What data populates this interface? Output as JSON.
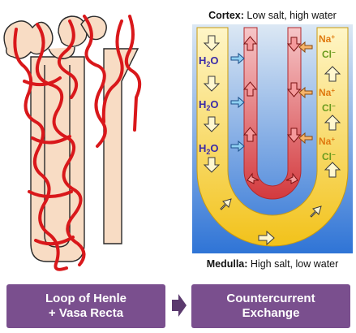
{
  "right_diagram": {
    "cortex_bold": "Cortex:",
    "cortex_text": "Low salt, high water",
    "medulla_bold": "Medulla:",
    "medulla_text": "High salt, low water",
    "water_labels": [
      "H2O",
      "H2O",
      "H2O"
    ],
    "ion_labels": [
      {
        "na": "Na+",
        "cl": "Cl-"
      },
      {
        "na": "Na+",
        "cl": "Cl-"
      },
      {
        "na": "Na+",
        "cl": "Cl-"
      }
    ]
  },
  "bottom": {
    "left_line1": "Loop of Henle",
    "left_line2": "+ Vasa Recta",
    "right_line1": "Countercurrent",
    "right_line2": "Exchange"
  },
  "colors": {
    "gradient_top": "#dce8f4",
    "gradient_bottom": "#2f74d6",
    "tubule_yellow": "#f7d54a",
    "vessel_red": "#d9181b",
    "tube_tan": "#f8dcc4",
    "label_purple": "#7a4f8e"
  }
}
